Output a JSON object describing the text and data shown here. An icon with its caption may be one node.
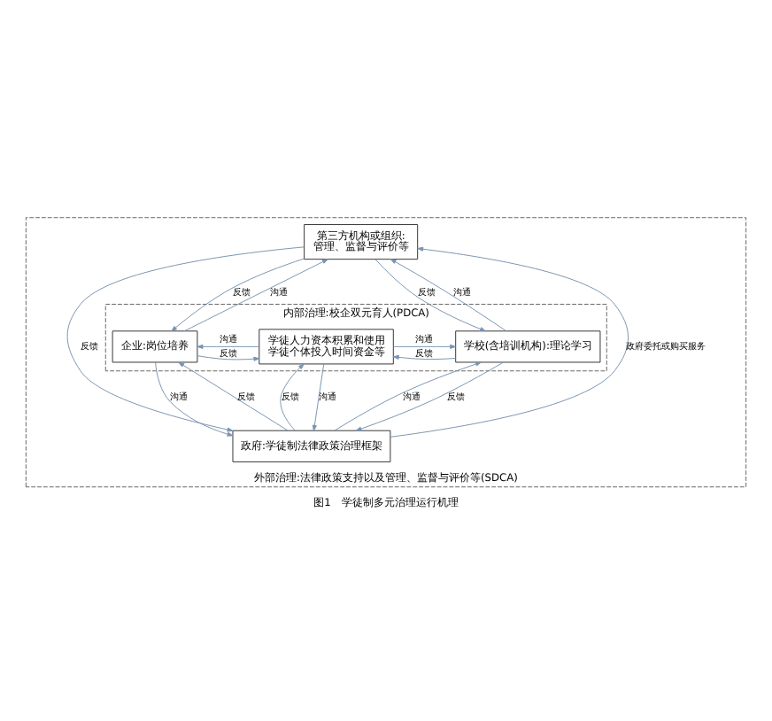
{
  "diagram": {
    "caption": "图1　学徒制多元治理运行机理",
    "nodes": [
      {
        "text": [
          "外部治理:法律政策支持以及管理、监督与评价等(SDCA)"
        ]
      },
      {
        "text": [
          "第三方机构或组织:",
          "管理、监督与评价等"
        ],
        "in": 0
      },
      {
        "text": [
          "内部治理:校企双元育人(PDCA)"
        ],
        "in": 0
      },
      {
        "text": [
          "学校(含培训机构):理论学习"
        ],
        "in": 2
      },
      {
        "text": [
          "学徒人力资本积累和使用",
          "学徒个体投入时间资金等"
        ],
        "in": 2
      },
      {
        "text": [
          "企业:岗位培养"
        ],
        "in": 2
      },
      {
        "text": [
          "政府:学徒制法律政策治理框架"
        ],
        "in": 0
      }
    ],
    "edges": [
      {
        "from": 1,
        "to": 3,
        "arrow": "to",
        "label": "反馈"
      },
      {
        "from": 3,
        "to": 1,
        "arrow": "to",
        "label": "沟通"
      },
      {
        "from": 5,
        "to": 1,
        "arrow": "to",
        "label": "沟通"
      },
      {
        "from": 1,
        "to": 5,
        "arrow": "to",
        "label": "反馈"
      },
      {
        "from": 4,
        "to": 3,
        "arrow": "to",
        "label": "沟通"
      },
      {
        "from": 3,
        "to": 4,
        "arrow": "to",
        "label": "反馈"
      },
      {
        "from": 4,
        "to": 5,
        "arrow": "to",
        "label": "沟通"
      },
      {
        "from": 5,
        "to": 4,
        "arrow": "to",
        "label": "反馈"
      },
      {
        "from": 3,
        "to": 6,
        "arrow": "to",
        "label": "反馈"
      },
      {
        "from": 6,
        "to": 3,
        "arrow": "to",
        "label": "沟通"
      },
      {
        "from": 6,
        "to": 4,
        "arrow": "to",
        "label": "反馈"
      },
      {
        "from": 4,
        "to": 6,
        "arrow": "to",
        "label": "沟通"
      },
      {
        "from": 5,
        "to": 6,
        "arrow": "to",
        "label": "沟通"
      },
      {
        "from": 6,
        "to": 5,
        "arrow": "to",
        "label": "反馈"
      },
      {
        "from": 1,
        "to": 6,
        "arrow": "to",
        "label": "反馈"
      },
      {
        "from": 6,
        "to": 1,
        "arrow": "to",
        "label": "政府委托或购买服务"
      }
    ]
  }
}
